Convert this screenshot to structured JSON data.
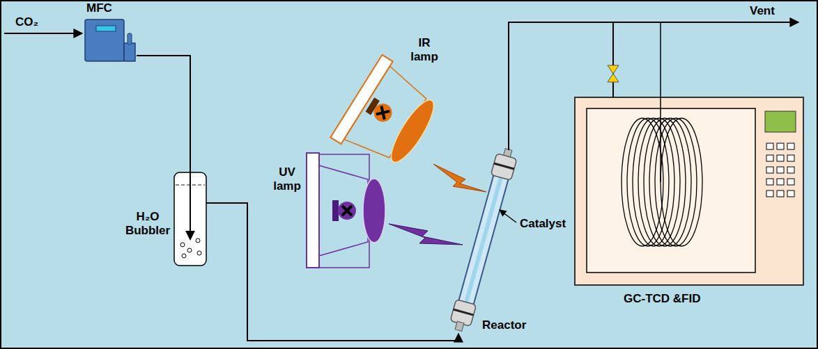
{
  "diagram": {
    "nodes": [
      {
        "text": [
          "MFC"
        ]
      },
      {
        "text": [
          "IR lamp"
        ]
      },
      {
        "text": [
          "UV lamp"
        ]
      },
      {
        "text": [
          "H₂O Bubbler"
        ]
      },
      {
        "text": [
          "Reactor"
        ]
      },
      {
        "text": [
          "GC-TCD &FID"
        ]
      }
    ],
    "edges": [
      {
        "from": 0,
        "to": 3,
        "arrow": "to"
      },
      {
        "from": 3,
        "to": 4,
        "arrow": "to"
      },
      {
        "from": 4,
        "to": 5,
        "arrow": "none"
      }
    ],
    "labels": [
      "CO₂",
      "Vent",
      "Catalyst"
    ]
  }
}
